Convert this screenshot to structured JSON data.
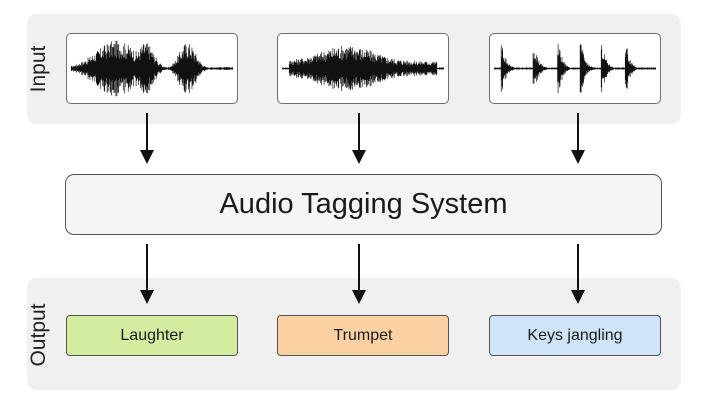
{
  "input_panel": {
    "label": "Input"
  },
  "output_panel": {
    "label": "Output"
  },
  "system": {
    "label": "Audio Tagging System"
  },
  "waveforms": [
    {
      "name": "waveform-laughter",
      "pattern": "bursts"
    },
    {
      "name": "waveform-trumpet",
      "pattern": "sustained"
    },
    {
      "name": "waveform-keys",
      "pattern": "impulses"
    }
  ],
  "tags": [
    {
      "label": "Laughter",
      "color": "#d4ec9f"
    },
    {
      "label": "Trumpet",
      "color": "#fbd1a4"
    },
    {
      "label": "Keys jangling",
      "color": "#cfe4f8"
    }
  ],
  "colors": {
    "panel_background": "#f0f0f0",
    "arrow": "#111111",
    "waveform": "#111111"
  }
}
